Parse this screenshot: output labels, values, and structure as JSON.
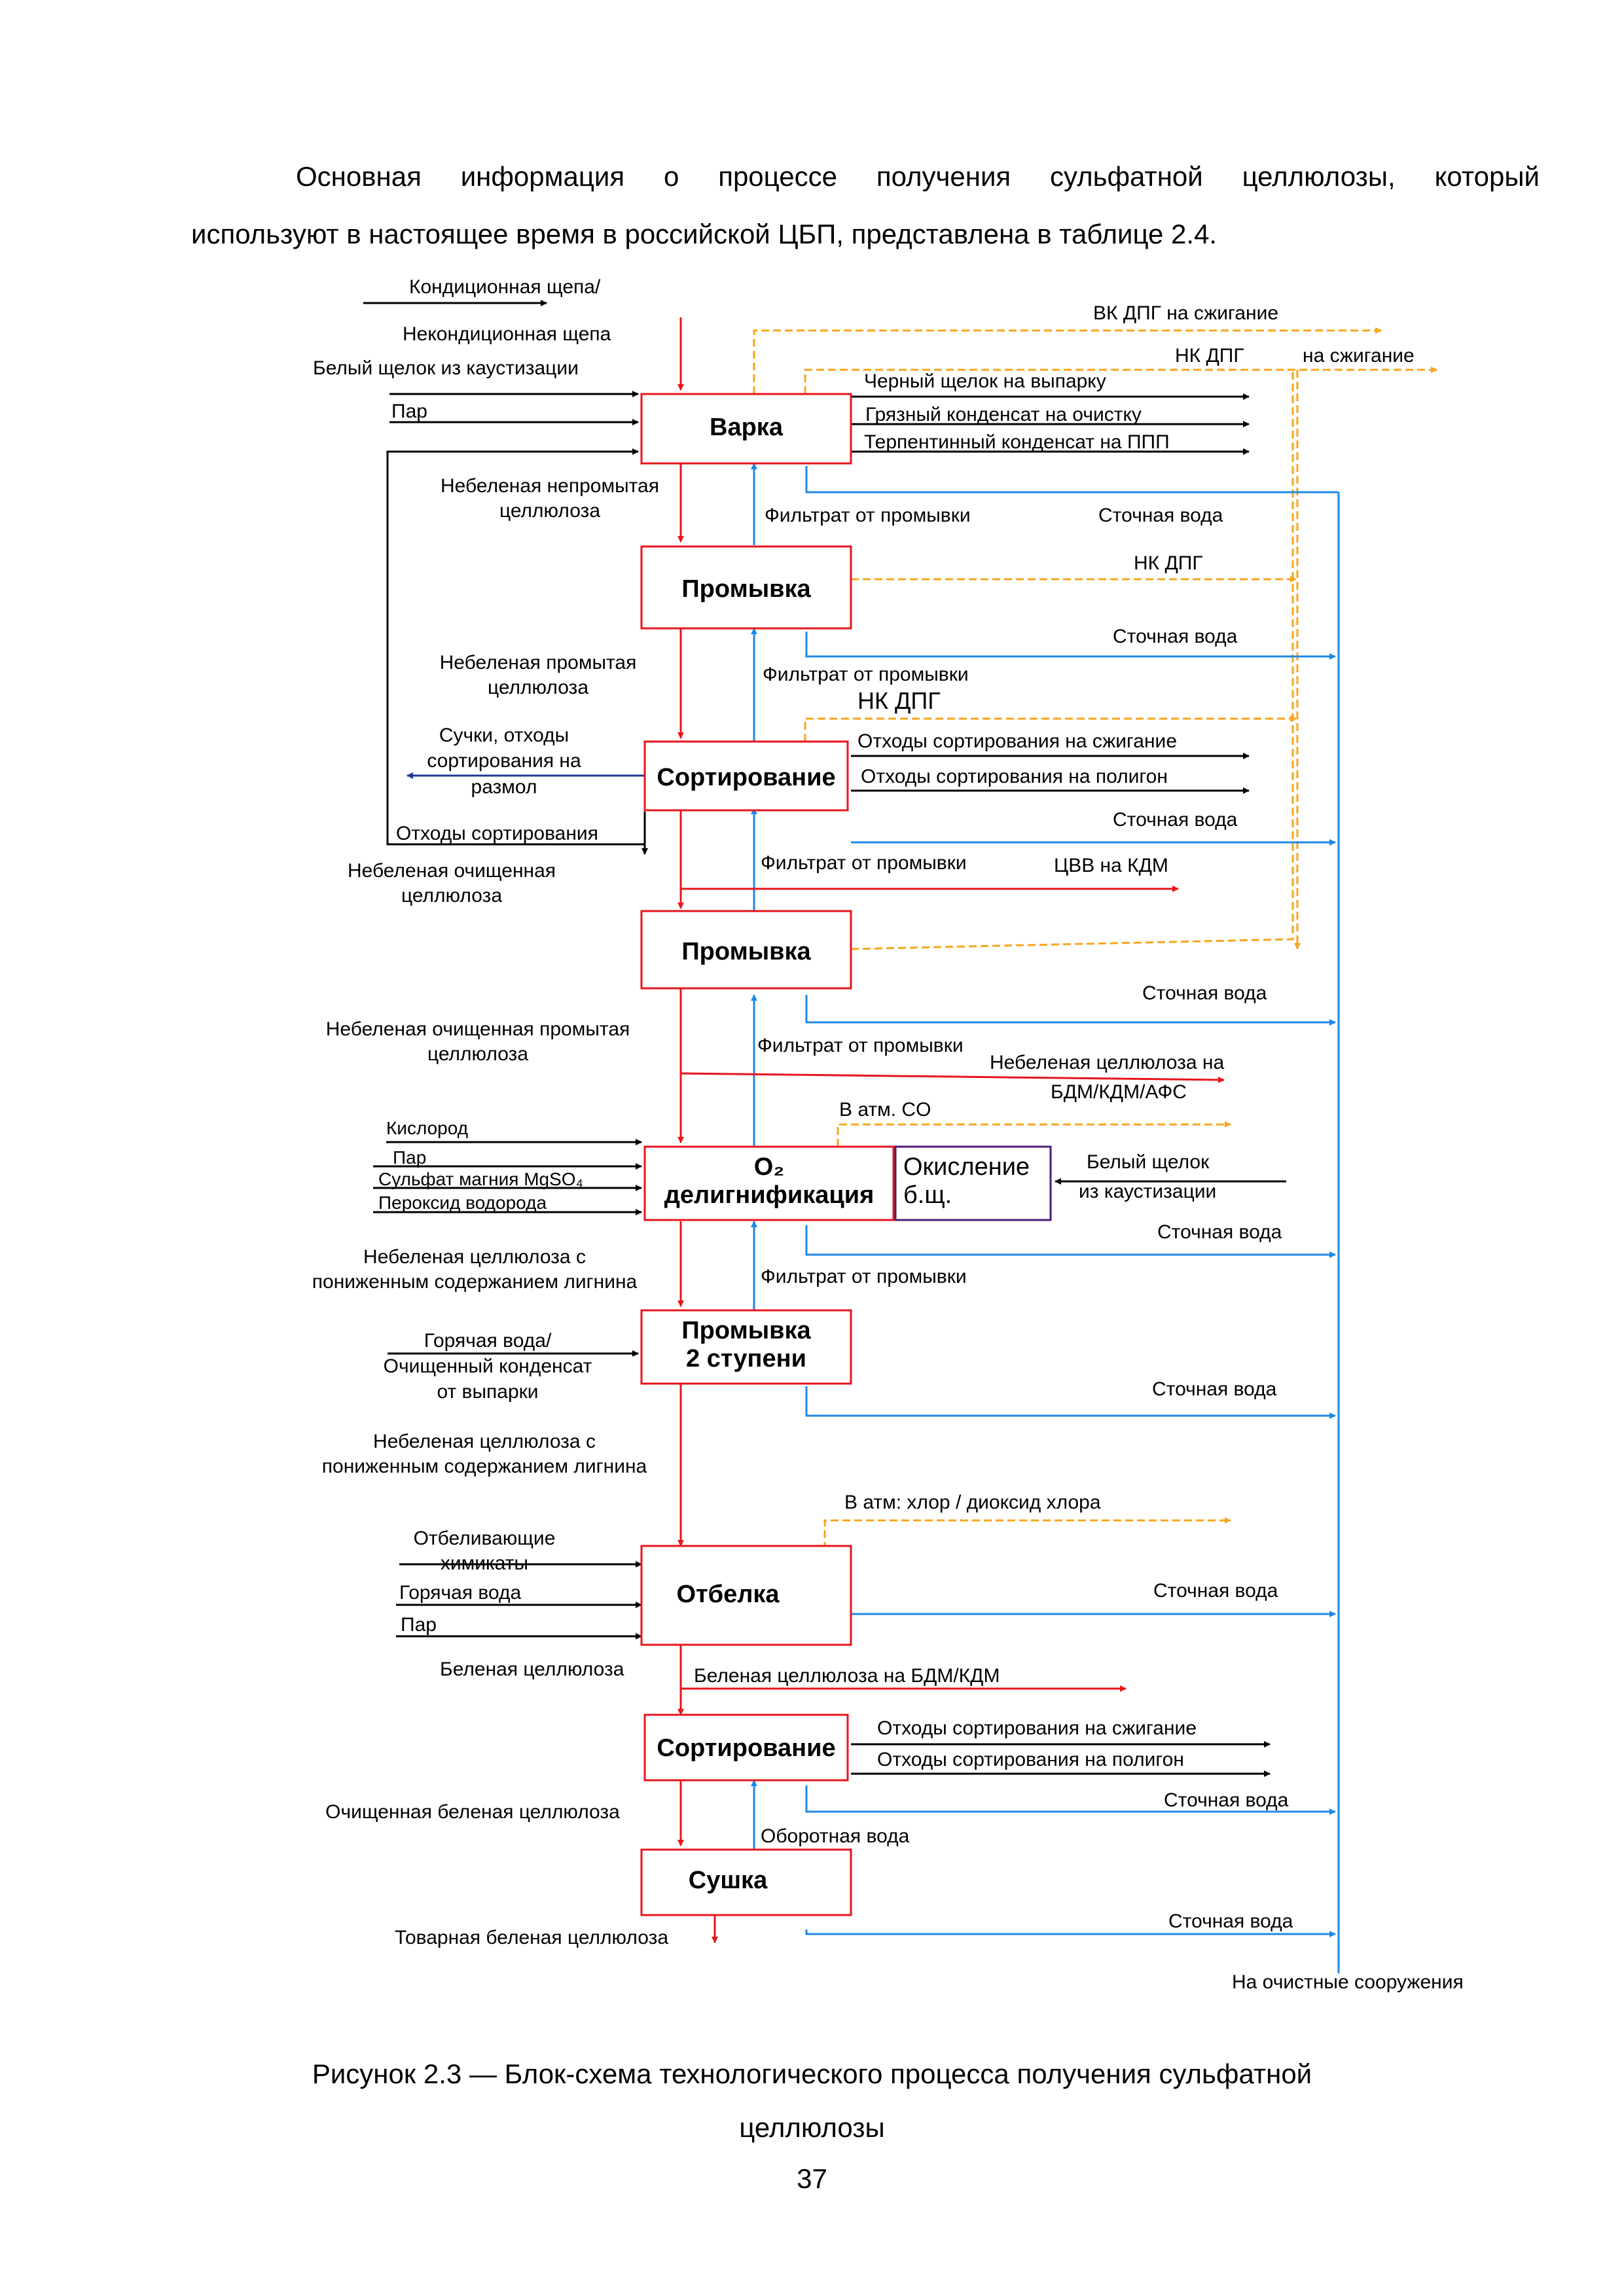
{
  "paragraph": {
    "line1": "Основная информация о процессе получения сульфатной целлюлозы, который",
    "line2": "используют в настоящее время в российской ЦБП, представлена в таблице 2.4."
  },
  "colors": {
    "product": "#e8141c",
    "filtrate": "#1e88e5",
    "gas": "#f7a51d",
    "inputs": "#000000",
    "oxidation_box": "#4b1b7a",
    "knots": "#1f3a93"
  },
  "boxes": {
    "cooking": "Варка",
    "washing1": "Промывка",
    "screening1": "Сортирование",
    "washing2": "Промывка",
    "o2_line1": "O₂",
    "o2_line2": "делигнификация",
    "oxidation_line1": "Окисление",
    "oxidation_line2": "б.щ.",
    "washing3_line1": "Промывка",
    "washing3_line2": "2 ступени",
    "bleaching": "Отбелка",
    "screening2": "Сортирование",
    "drying": "Сушка"
  },
  "labels": {
    "chips_1": "Кондиционная щепа/",
    "chips_2": "Некондиционная щепа",
    "white_liquor": "Белый щелок из каустизации",
    "steam": "Пар",
    "vk_dpg": "ВК ДПГ на сжигание",
    "nk_dpg_burn_1": "НК ДПГ",
    "nk_dpg_burn_2": "на сжигание",
    "black_liquor": "Черный щелок на выпарку",
    "dirty_condensate": "Грязный конденсат на очистку",
    "terpentine_condensate": "Терпентинный конденсат на ППП",
    "unbleached_unwashed_1": "Небеленая непромытая",
    "unbleached_unwashed_2": "целлюлоза",
    "filtrate_1": "Фильтрат от промывки",
    "wastewater_1": "Сточная вода",
    "nk_dpg_1": "НК ДПГ",
    "wastewater_2": "Сточная вода",
    "unbleached_washed_1": "Небеленая промытая",
    "unbleached_washed_2": "целлюлоза",
    "filtrate_2": "Фильтрат от промывки",
    "nk_dpg_2": "НК ДПГ",
    "knots_1": "Сучки, отходы",
    "knots_2": "сортирования на",
    "knots_3": "размол",
    "rejects_burn_1": "Отходы сортирования на сжигание",
    "rejects_landfill_1": "Отходы сортирования на полигон",
    "wastewater_3": "Сточная вода",
    "screen_rejects": "Отходы сортирования",
    "unbleached_screened_1": "Небеленая очищенная",
    "unbleached_screened_2": "целлюлоза",
    "filtrate_3": "Фильтрат от промывки",
    "cvv_kdm": "ЦВВ на КДМ",
    "wastewater_4": "Сточная вода",
    "unbleached_screened_washed_1": "Небеленая очищенная промытая",
    "unbleached_screened_washed_2": "целлюлоза",
    "filtrate_4": "Фильтрат от промывки",
    "to_bdm_1": "Небеленая целлюлоза на",
    "to_bdm_2": "БДМ/КДМ/АФС",
    "atm_co": "В атм. CO",
    "oxygen": "Кислород",
    "steam_2": "Пар",
    "magnesium_sulfate": "Сульфат магния MgSO₄",
    "peroxide": "Пероксид водорода",
    "white_liquor_2_1": "Белый щелок",
    "white_liquor_2_2": "из каустизации",
    "wastewater_5": "Сточная вода",
    "low_lignin_1_1": "Небеленая целлюлоза с",
    "low_lignin_1_2": "пониженным содержанием лигнина",
    "filtrate_5": "Фильтрат от промывки",
    "hot_water_cond_1": "Горячая вода/",
    "hot_water_cond_2": "Очищенный конденсат",
    "hot_water_cond_3": "от выпарки",
    "wastewater_6": "Сточная вода",
    "low_lignin_2_1": "Небеленая целлюлоза с",
    "low_lignin_2_2": "пониженным содержанием лигнина",
    "atm_chlorine": "В атм: хлор / диоксид хлора",
    "bleach_chem_1": "Отбеливающие",
    "bleach_chem_2": "химикаты",
    "hot_water": "Горячая вода",
    "steam_3": "Пар",
    "wastewater_7": "Сточная вода",
    "bleached_pulp": "Беленая целлюлоза",
    "bleached_to_bdm": "Беленая целлюлоза на БДМ/КДМ",
    "rejects_burn_2": "Отходы сортирования на сжигание",
    "rejects_landfill_2": "Отходы сортирования на полигон",
    "wastewater_8": "Сточная вода",
    "screened_bleached": "Очищенная беленая целлюлоза",
    "recycle_water": "Оборотная вода",
    "market_pulp": "Товарная беленая целлюлоза",
    "wastewater_9": "Сточная вода",
    "to_treatment": "На очистные сооружения"
  },
  "caption": {
    "line1": "Рисунок 2.3 — Блок-схема технологического процесса получения сульфатной",
    "line2": "целлюлозы"
  },
  "page_number": "37"
}
